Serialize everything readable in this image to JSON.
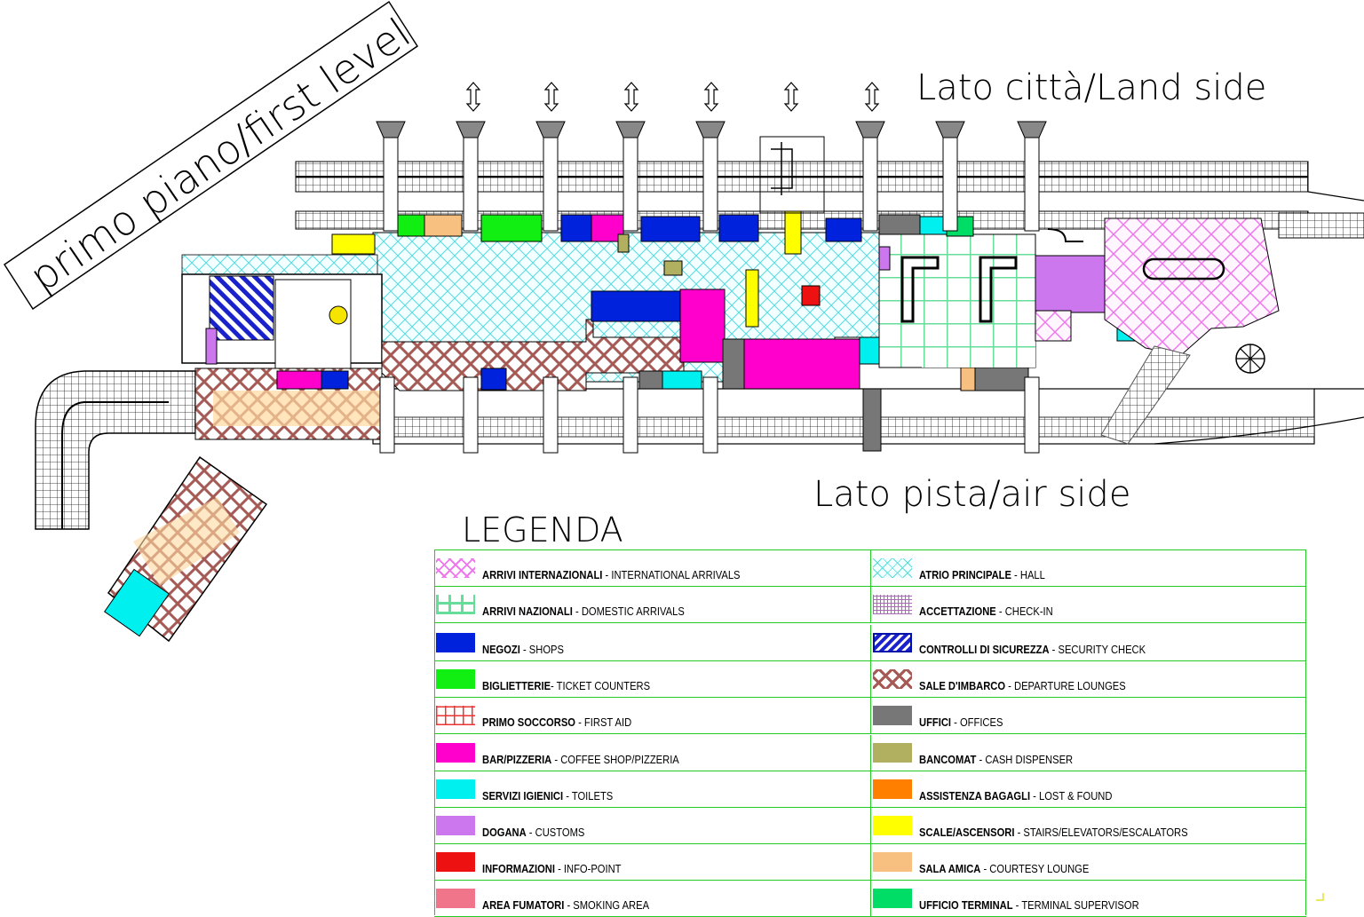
{
  "map": {
    "level_label": "primo piano/first level",
    "land_side_label": "Lato città/Land side",
    "air_side_label": "Lato pista/air side",
    "legend_title": "LEGENDA"
  },
  "legend": {
    "left": [
      {
        "it": "ARRIVI INTERNAZIONALI",
        "sep": " - ",
        "en": "INTERNATIONAL ARRIVALS",
        "pattern": "cross-pink"
      },
      {
        "it": "ARRIVI NAZIONALI",
        "sep": " - ",
        "en": "DOMESTIC ARRIVALS",
        "pattern": "grid-green"
      },
      {
        "it": "NEGOZI",
        "sep": " - ",
        "en": "SHOPS",
        "color": "#0022dd"
      },
      {
        "it": "BIGLIETTERIE",
        "sep": "- ",
        "en": "TICKET COUNTERS",
        "color": "#11ee11"
      },
      {
        "it": "PRIMO SOCCORSO",
        "sep": " - ",
        "en": "FIRST AID",
        "pattern": "grid-red"
      },
      {
        "it": "BAR/PIZZERIA",
        "sep": " - ",
        "en": "COFFEE SHOP/PIZZERIA",
        "color": "#ff00cc"
      },
      {
        "it": "SERVIZI IGIENICI",
        "sep": " - ",
        "en": "TOILETS",
        "color": "#00f0f0"
      },
      {
        "it": "DOGANA",
        "sep": " - ",
        "en": "CUSTOMS",
        "color": "#cc77ee"
      },
      {
        "it": "INFORMAZIONI",
        "sep": "  -  ",
        "en": "INFO-POINT",
        "color": "#ee1111"
      },
      {
        "it": "AREA FUMATORI",
        "sep": "  -  ",
        "en": "SMOKING AREA",
        "color": "#f0748a"
      }
    ],
    "right": [
      {
        "it": "ATRIO PRINCIPALE",
        "sep": " - ",
        "en": "HALL",
        "pattern": "cross-cyan"
      },
      {
        "it": "ACCETTAZIONE",
        "sep": " - ",
        "en": "CHECK-IN",
        "pattern": "grid-purple"
      },
      {
        "it": "CONTROLLI DI SICUREZZA",
        "sep": " - ",
        "en": "SECURITY CHECK",
        "pattern": "stripe-blue"
      },
      {
        "it": "SALE D'IMBARCO",
        "sep": " - ",
        "en": "DEPARTURE LOUNGES",
        "pattern": "cross-brown"
      },
      {
        "it": "UFFICI",
        "sep": " - ",
        "en": "OFFICES",
        "color": "#777777"
      },
      {
        "it": "BANCOMAT",
        "sep": " - ",
        "en": "CASH DISPENSER",
        "color": "#b0b060"
      },
      {
        "it": "ASSISTENZA BAGAGLI",
        "sep": " - ",
        "en": "LOST & FOUND",
        "color": "#ff7f00"
      },
      {
        "it": "SCALE/ASCENSORI",
        "sep": " - ",
        "en": "STAIRS/ELEVATORS/ESCALATORS",
        "color": "#ffff00"
      },
      {
        "it": "SALA AMICA",
        "sep": " - ",
        "en": "COURTESY LOUNGE",
        "color": "#f8c080"
      },
      {
        "it": "UFFICIO TERMINAL",
        "sep": " - ",
        "en": "TERMINAL SUPERVISOR",
        "color": "#00dd66"
      }
    ]
  },
  "colors": {
    "legend_border": "#22cc22",
    "shops": "#0022dd",
    "tickets": "#11ee11",
    "bar": "#ff00cc",
    "toilets": "#00f0f0",
    "customs": "#cc77ee",
    "info": "#ee1111",
    "offices": "#777777",
    "atm": "#b0b060",
    "lost_found": "#ff7f00",
    "stairs": "#ffff00",
    "courtesy": "#f8c080",
    "terminal": "#00dd66",
    "hall": "#66eeee",
    "departures": "#a05050",
    "intl_arrivals": "#ee88ee",
    "dom_arrivals": "#77dd99"
  }
}
